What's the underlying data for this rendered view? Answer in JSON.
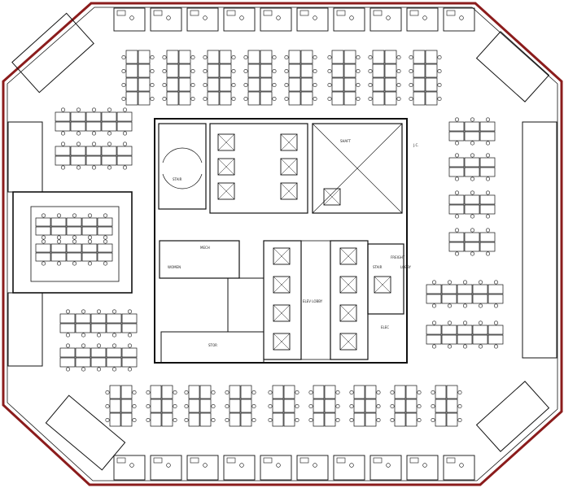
{
  "plan": {
    "colors": {
      "exterior_wall": "#8b1c1c",
      "line": "#111111",
      "background": "#ffffff",
      "stair_fill": "#e8e8e8"
    },
    "labels": {
      "stair_a": "STAIR",
      "stair_b": "STAIR",
      "mech": "MECH",
      "elec": "ELEV LOBBY",
      "restroom": "WOMEN",
      "storage": "STOR",
      "shaft": "SHAFT",
      "electrical": "ELEC",
      "freight": "FREIGHT",
      "lobby": "LOBBY",
      "closet": "J.C."
    }
  }
}
